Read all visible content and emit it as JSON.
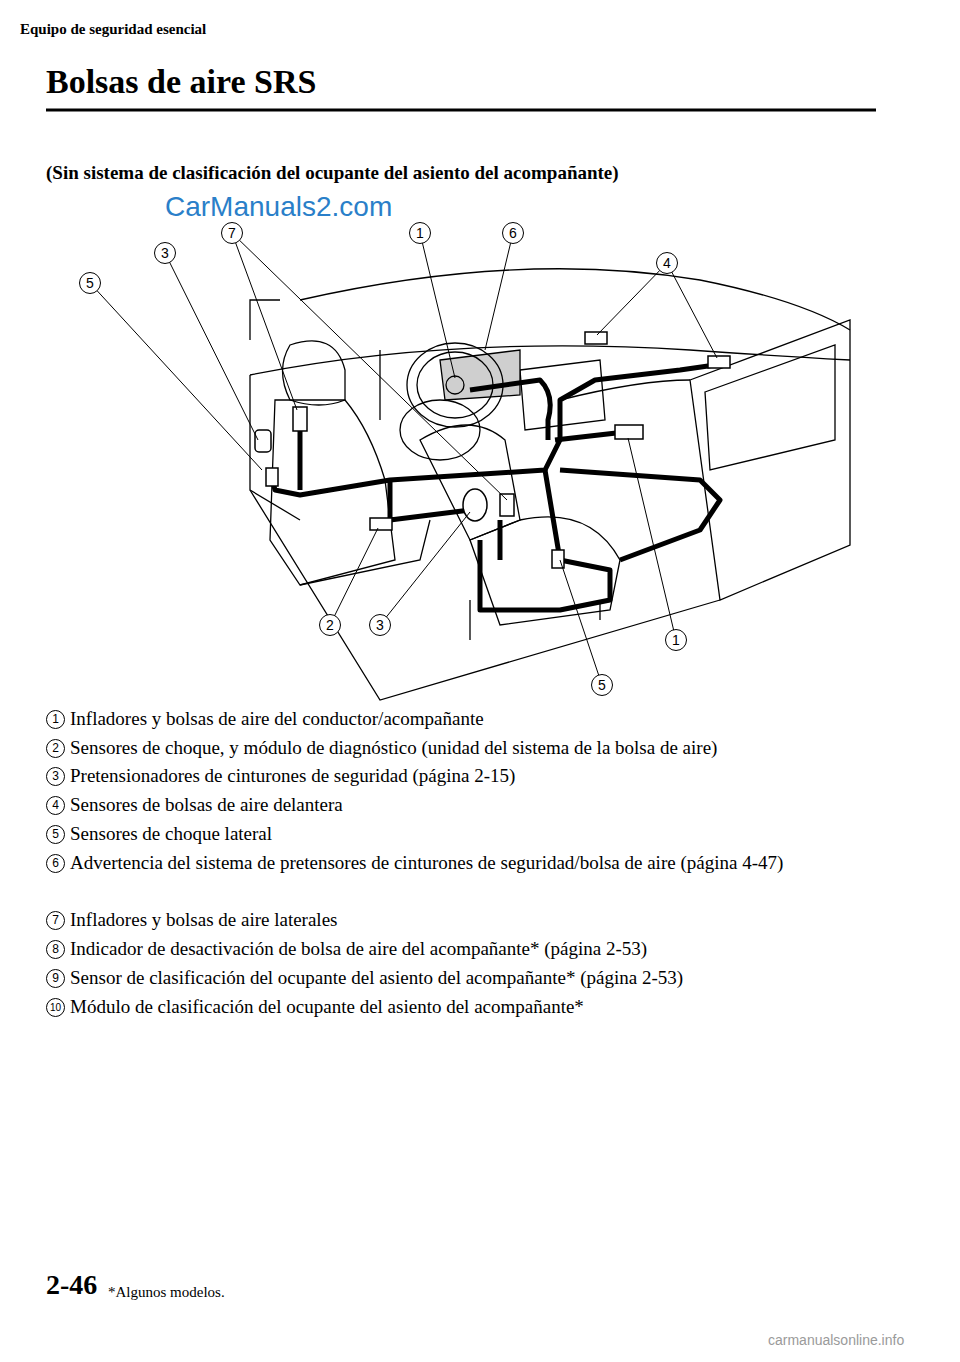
{
  "diagram": {
    "title": "Bolsas de aire SRS",
    "labels": [
      "Equipo de seguridad esencial",
      "(Sin sistema de clasificación del ocupante del asiento del acompañante)",
      "CarManuals2.com",
      "5",
      "3",
      "7",
      "1",
      "6",
      "4",
      "2",
      "3",
      "1",
      "5",
      "1",
      "Infladores y bolsas de aire del conductor/acompañante",
      "2",
      "Sensores de choque, y módulo de diagnóstico (unidad del sistema de la bolsa de aire)",
      "3",
      "Pretensionadores de cinturones de seguridad (página 2-15)",
      "4",
      "Sensores de bolsas de aire delantera",
      "5",
      "Sensores de choque lateral",
      "6",
      "Advertencia del sistema de pretensores de cinturones de seguridad/bolsa de aire (página 4-47)",
      "7",
      "Infladores y bolsas de aire laterales",
      "8",
      "Indicador de desactivación de bolsa de aire del acompañante* (página 2-53)",
      "9",
      "Sensor de clasificación del ocupante del asiento del acompañante* (página 2-53)",
      "10",
      "Módulo de clasificación del ocupante del asiento del acompañante*",
      "2-46",
      "*Algunos modelos.",
      "carmanualsonline.info"
    ]
  }
}
